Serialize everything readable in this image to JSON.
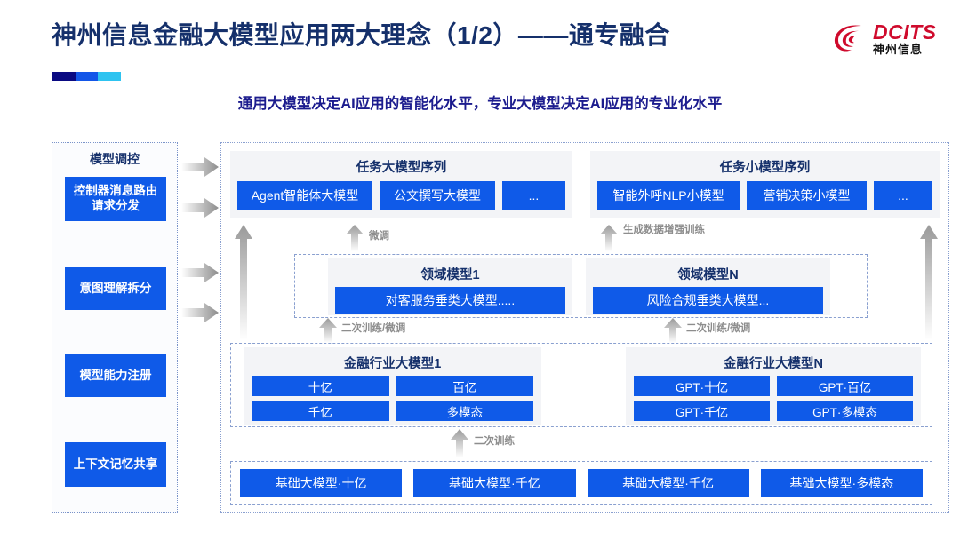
{
  "header": {
    "title": "神州信息金融大模型应用两大理念（1/2）——通专融合",
    "subtitle": "通用大模型决定AI应用的智能化水平，专业大模型决定AI应用的专业化水平",
    "accent_colors": [
      "#0a0a82",
      "#1356e8",
      "#2ec3f0"
    ],
    "title_color": "#15306b",
    "subtitle_color": "#1c1c8e"
  },
  "logo": {
    "en": "DCITS",
    "cn": "神州信息",
    "mark_color": "#cf0a2c"
  },
  "control_panel": {
    "title": "模型调控",
    "items": [
      {
        "label": "控制器消息路由请求分发"
      },
      {
        "label": "意图理解拆分"
      },
      {
        "label": "模型能力注册"
      },
      {
        "label": "上下文记忆共享"
      }
    ]
  },
  "architecture": {
    "accent_blue": "#0f5ae8",
    "panel_bg": "#f3f4f7",
    "task_sequences": [
      {
        "title": "任务大模型序列",
        "chips": [
          "Agent智能体大模型",
          "公文撰写大模型",
          "..."
        ]
      },
      {
        "title": "任务小模型序列",
        "chips": [
          "智能外呼NLP小模型",
          "营销决策小模型",
          "..."
        ]
      }
    ],
    "domain_models": [
      {
        "title": "领域模型1",
        "chip": "对客服务垂类大模型....."
      },
      {
        "title": "领域模型N",
        "chip": "风险合规垂类大模型..."
      }
    ],
    "industry_models": [
      {
        "title": "金融行业大模型1",
        "chips": [
          "十亿",
          "百亿",
          "千亿",
          "多模态"
        ]
      },
      {
        "title": "金融行业大模型N",
        "chips": [
          "GPT·十亿",
          "GPT·百亿",
          "GPT·千亿",
          "GPT·多模态"
        ]
      }
    ],
    "base_models": [
      "基础大模型·十亿",
      "基础大模型·千亿",
      "基础大模型·千亿",
      "基础大模型·多模态"
    ],
    "flow_labels": {
      "fine_tune": "微调",
      "data_aug_train": "生成数据增强训练",
      "retrain_finetune_left": "二次训练/微调",
      "retrain_finetune_right": "二次训练/微调",
      "retrain": "二次训练"
    }
  }
}
